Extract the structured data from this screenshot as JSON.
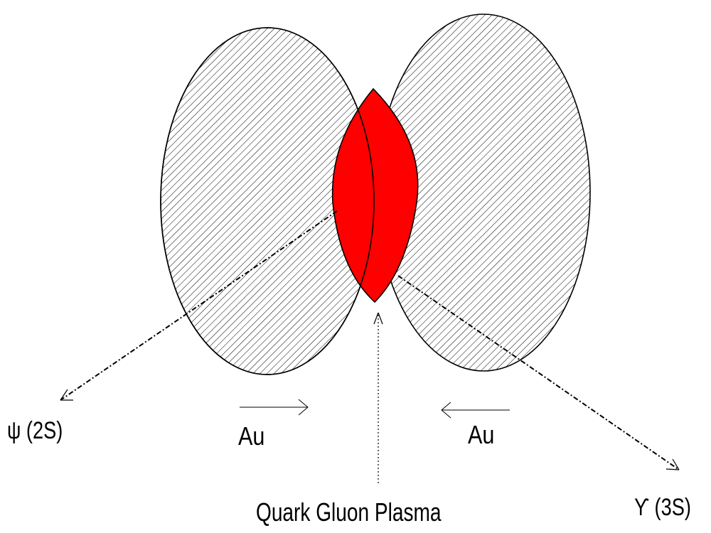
{
  "labels": {
    "psi": "ψ (2S)",
    "upsilon": "ϒ (3S)",
    "au_left": "Au",
    "au_right": "Au",
    "qgp": "Quark Gluon Plasma"
  },
  "colors": {
    "overlap_fill": "#ff0000",
    "hatch": "#000000",
    "outline": "#000000"
  },
  "icons": {
    "left_nucleus": "hatched-ellipse",
    "right_nucleus": "hatched-ellipse",
    "overlap": "red-lens"
  }
}
